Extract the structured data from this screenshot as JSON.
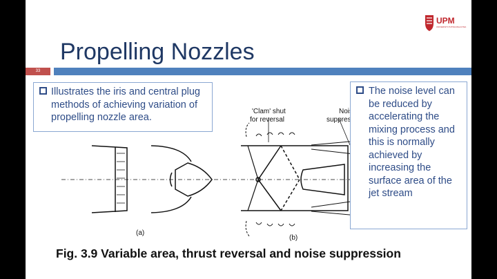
{
  "slide": {
    "number": "33",
    "title": "Propelling Nozzles",
    "logo_text": "UPM",
    "logo_subtext": "UNIVERSITI PUTRA MALAYSIA"
  },
  "bullets": {
    "left": "Illustrates the iris and central plug methods of achieving variation of propelling nozzle area.",
    "right": "The noise level can be reduced by accelerating the mixing process and this is normally achieved by increasing the surface area of the jet stream"
  },
  "figure": {
    "label_clam_line1": "'Clam' shut",
    "label_clam_line2": "for reversal",
    "label_noise_line1": "Noise",
    "label_noise_line2": "suppressor",
    "label_a": "(a)",
    "label_b": "(b)"
  },
  "caption": "Fig. 3.9 Variable area, thrust reversal and noise suppression",
  "colors": {
    "title": "#1f3864",
    "accent_bar": "#4f81bd",
    "number_box": "#c0504d",
    "text_blue": "#2e4c87",
    "logo_red": "#c0272d"
  }
}
